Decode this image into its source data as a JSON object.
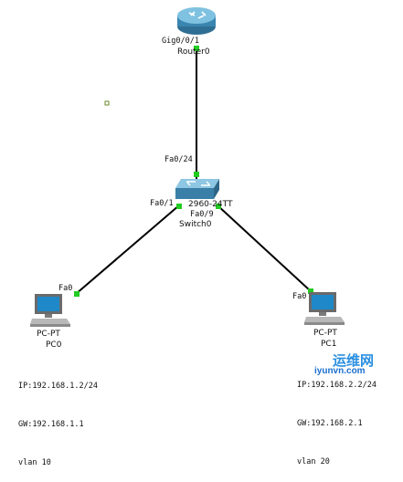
{
  "devices": {
    "router": {
      "ports": "Gig0/0/1",
      "name": "Router0"
    },
    "switch": {
      "model": "2960-24TT",
      "name": "Switch0",
      "port_up": "Fa0/24",
      "port_left": "Fa0/1",
      "port_right": "Fa0/9"
    },
    "pc0": {
      "type": "PC-PT",
      "name": "PC0",
      "port": "Fa0"
    },
    "pc1": {
      "type": "PC-PT",
      "name": "PC1",
      "port": "Fa0"
    }
  },
  "notes": {
    "pc0": {
      "ip": "IP:192.168.1.2/24",
      "gw": "GW:192.168.1.1",
      "vlan": "vlan 10"
    },
    "pc1": {
      "ip": "IP:192.168.2.2/24",
      "gw": "GW:192.168.2.1",
      "vlan": "vlan 20"
    }
  },
  "watermark": {
    "line1": "运维网",
    "line2": "iyunvn.com"
  },
  "colors": {
    "link": "#000000",
    "port_up": "#22cc22",
    "router": "#3a86b0",
    "switch": "#3a7fa8"
  }
}
